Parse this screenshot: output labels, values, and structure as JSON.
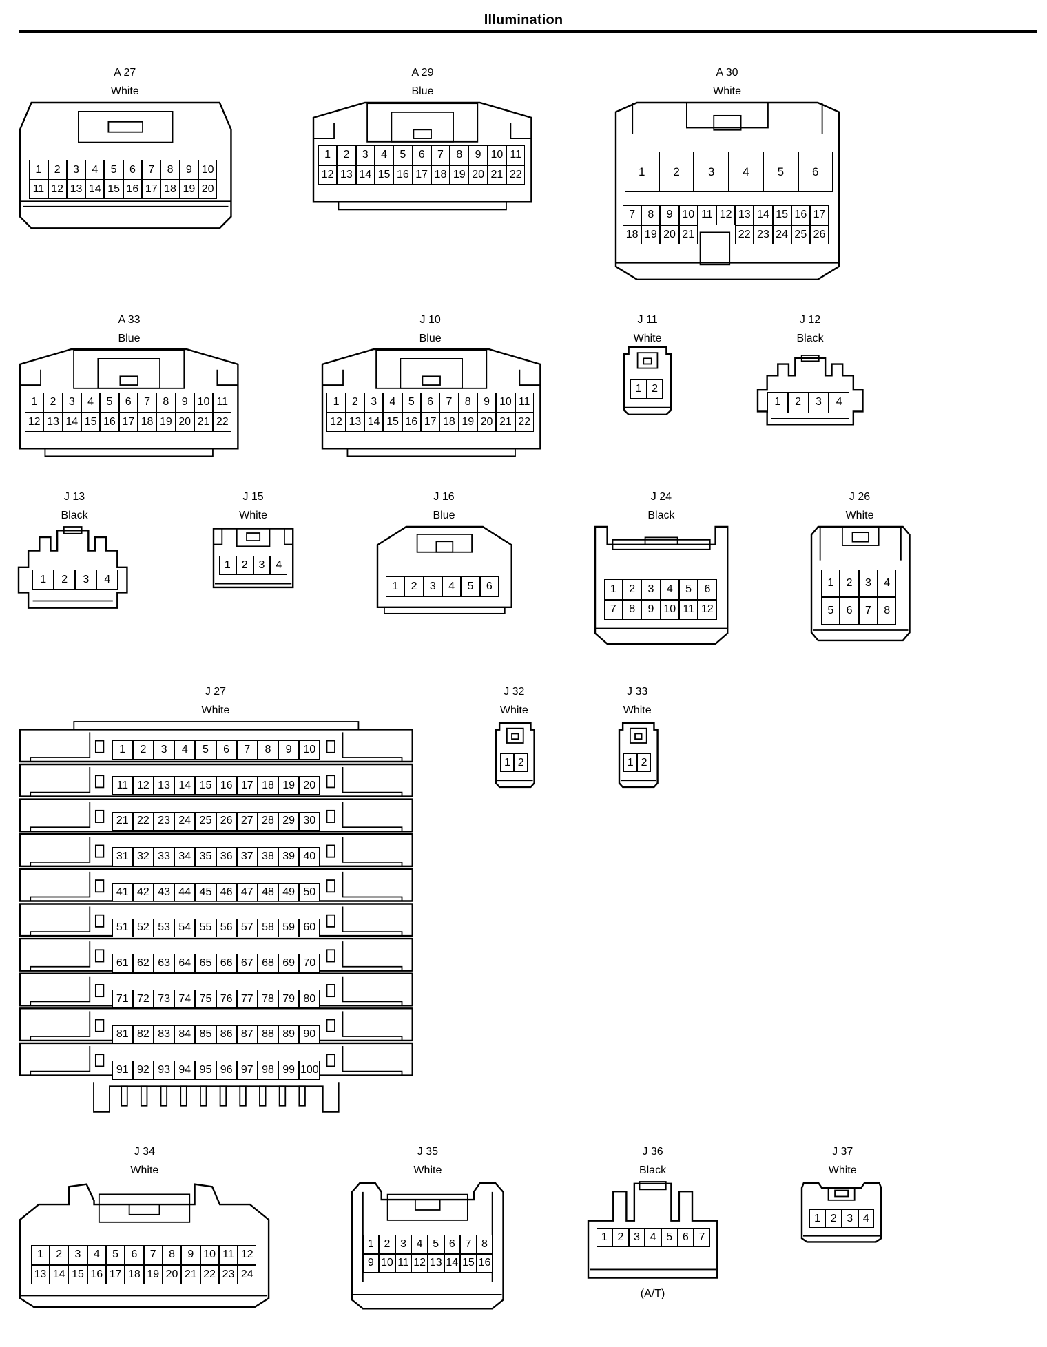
{
  "page": {
    "title": "Illumination"
  },
  "connectors": [
    {
      "id": "A 27",
      "color": "White",
      "rows": [
        [
          "1",
          "2",
          "3",
          "4",
          "5",
          "6",
          "7",
          "8",
          "9",
          "10"
        ],
        [
          "11",
          "12",
          "13",
          "14",
          "15",
          "16",
          "17",
          "18",
          "19",
          "20"
        ]
      ]
    },
    {
      "id": "A 29",
      "color": "Blue",
      "rows": [
        [
          "1",
          "2",
          "3",
          "4",
          "5",
          "6",
          "7",
          "8",
          "9",
          "10",
          "11"
        ],
        [
          "12",
          "13",
          "14",
          "15",
          "16",
          "17",
          "18",
          "19",
          "20",
          "21",
          "22"
        ]
      ]
    },
    {
      "id": "A 30",
      "color": "White",
      "big_row": [
        "1",
        "2",
        "3",
        "4",
        "5",
        "6"
      ],
      "rows": [
        [
          "7",
          "8",
          "9",
          "10",
          "11",
          "12",
          "13",
          "14",
          "15",
          "16",
          "17"
        ],
        [
          "18",
          "19",
          "20",
          "21",
          "",
          "",
          "22",
          "23",
          "24",
          "25",
          "26"
        ]
      ]
    },
    {
      "id": "A 33",
      "color": "Blue",
      "rows": [
        [
          "1",
          "2",
          "3",
          "4",
          "5",
          "6",
          "7",
          "8",
          "9",
          "10",
          "11"
        ],
        [
          "12",
          "13",
          "14",
          "15",
          "16",
          "17",
          "18",
          "19",
          "20",
          "21",
          "22"
        ]
      ]
    },
    {
      "id": "J 10",
      "color": "Blue",
      "rows": [
        [
          "1",
          "2",
          "3",
          "4",
          "5",
          "6",
          "7",
          "8",
          "9",
          "10",
          "11"
        ],
        [
          "12",
          "13",
          "14",
          "15",
          "16",
          "17",
          "18",
          "19",
          "20",
          "21",
          "22"
        ]
      ]
    },
    {
      "id": "J 11",
      "color": "White",
      "rows": [
        [
          "1",
          "2"
        ]
      ]
    },
    {
      "id": "J 12",
      "color": "Black",
      "rows": [
        [
          "1",
          "2",
          "3",
          "4"
        ]
      ]
    },
    {
      "id": "J 13",
      "color": "Black",
      "rows": [
        [
          "1",
          "2",
          "3",
          "4"
        ]
      ]
    },
    {
      "id": "J 15",
      "color": "White",
      "rows": [
        [
          "1",
          "2",
          "3",
          "4"
        ]
      ]
    },
    {
      "id": "J 16",
      "color": "Blue",
      "rows": [
        [
          "1",
          "2",
          "3",
          "4",
          "5",
          "6"
        ]
      ]
    },
    {
      "id": "J 24",
      "color": "Black",
      "rows": [
        [
          "1",
          "2",
          "3",
          "4",
          "5",
          "6"
        ],
        [
          "7",
          "8",
          "9",
          "10",
          "11",
          "12"
        ]
      ]
    },
    {
      "id": "J 26",
      "color": "White",
      "rows": [
        [
          "1",
          "2",
          "3",
          "4"
        ],
        [
          "5",
          "6",
          "7",
          "8"
        ]
      ]
    },
    {
      "id": "J 27",
      "color": "White",
      "rows": [
        [
          "1",
          "2",
          "3",
          "4",
          "5",
          "6",
          "7",
          "8",
          "9",
          "10"
        ],
        [
          "11",
          "12",
          "13",
          "14",
          "15",
          "16",
          "17",
          "18",
          "19",
          "20"
        ],
        [
          "21",
          "22",
          "23",
          "24",
          "25",
          "26",
          "27",
          "28",
          "29",
          "30"
        ],
        [
          "31",
          "32",
          "33",
          "34",
          "35",
          "36",
          "37",
          "38",
          "39",
          "40"
        ],
        [
          "41",
          "42",
          "43",
          "44",
          "45",
          "46",
          "47",
          "48",
          "49",
          "50"
        ],
        [
          "51",
          "52",
          "53",
          "54",
          "55",
          "56",
          "57",
          "58",
          "59",
          "60"
        ],
        [
          "61",
          "62",
          "63",
          "64",
          "65",
          "66",
          "67",
          "68",
          "69",
          "70"
        ],
        [
          "71",
          "72",
          "73",
          "74",
          "75",
          "76",
          "77",
          "78",
          "79",
          "80"
        ],
        [
          "81",
          "82",
          "83",
          "84",
          "85",
          "86",
          "87",
          "88",
          "89",
          "90"
        ],
        [
          "91",
          "92",
          "93",
          "94",
          "95",
          "96",
          "97",
          "98",
          "99",
          "100"
        ]
      ]
    },
    {
      "id": "J 32",
      "color": "White",
      "rows": [
        [
          "1",
          "2"
        ]
      ]
    },
    {
      "id": "J 33",
      "color": "White",
      "rows": [
        [
          "1",
          "2"
        ]
      ]
    },
    {
      "id": "J 34",
      "color": "White",
      "rows": [
        [
          "1",
          "2",
          "3",
          "4",
          "5",
          "6",
          "7",
          "8",
          "9",
          "10",
          "11",
          "12"
        ],
        [
          "13",
          "14",
          "15",
          "16",
          "17",
          "18",
          "19",
          "20",
          "21",
          "22",
          "23",
          "24"
        ]
      ]
    },
    {
      "id": "J 35",
      "color": "White",
      "rows": [
        [
          "1",
          "2",
          "3",
          "4",
          "5",
          "6",
          "7",
          "8"
        ],
        [
          "9",
          "10",
          "11",
          "12",
          "13",
          "14",
          "15",
          "16"
        ]
      ]
    },
    {
      "id": "J 36",
      "color": "Black",
      "rows": [
        [
          "1",
          "2",
          "3",
          "4",
          "5",
          "6",
          "7"
        ]
      ],
      "note": "(A/T)"
    },
    {
      "id": "J 37",
      "color": "White",
      "rows": [
        [
          "1",
          "2",
          "3",
          "4"
        ]
      ]
    }
  ]
}
